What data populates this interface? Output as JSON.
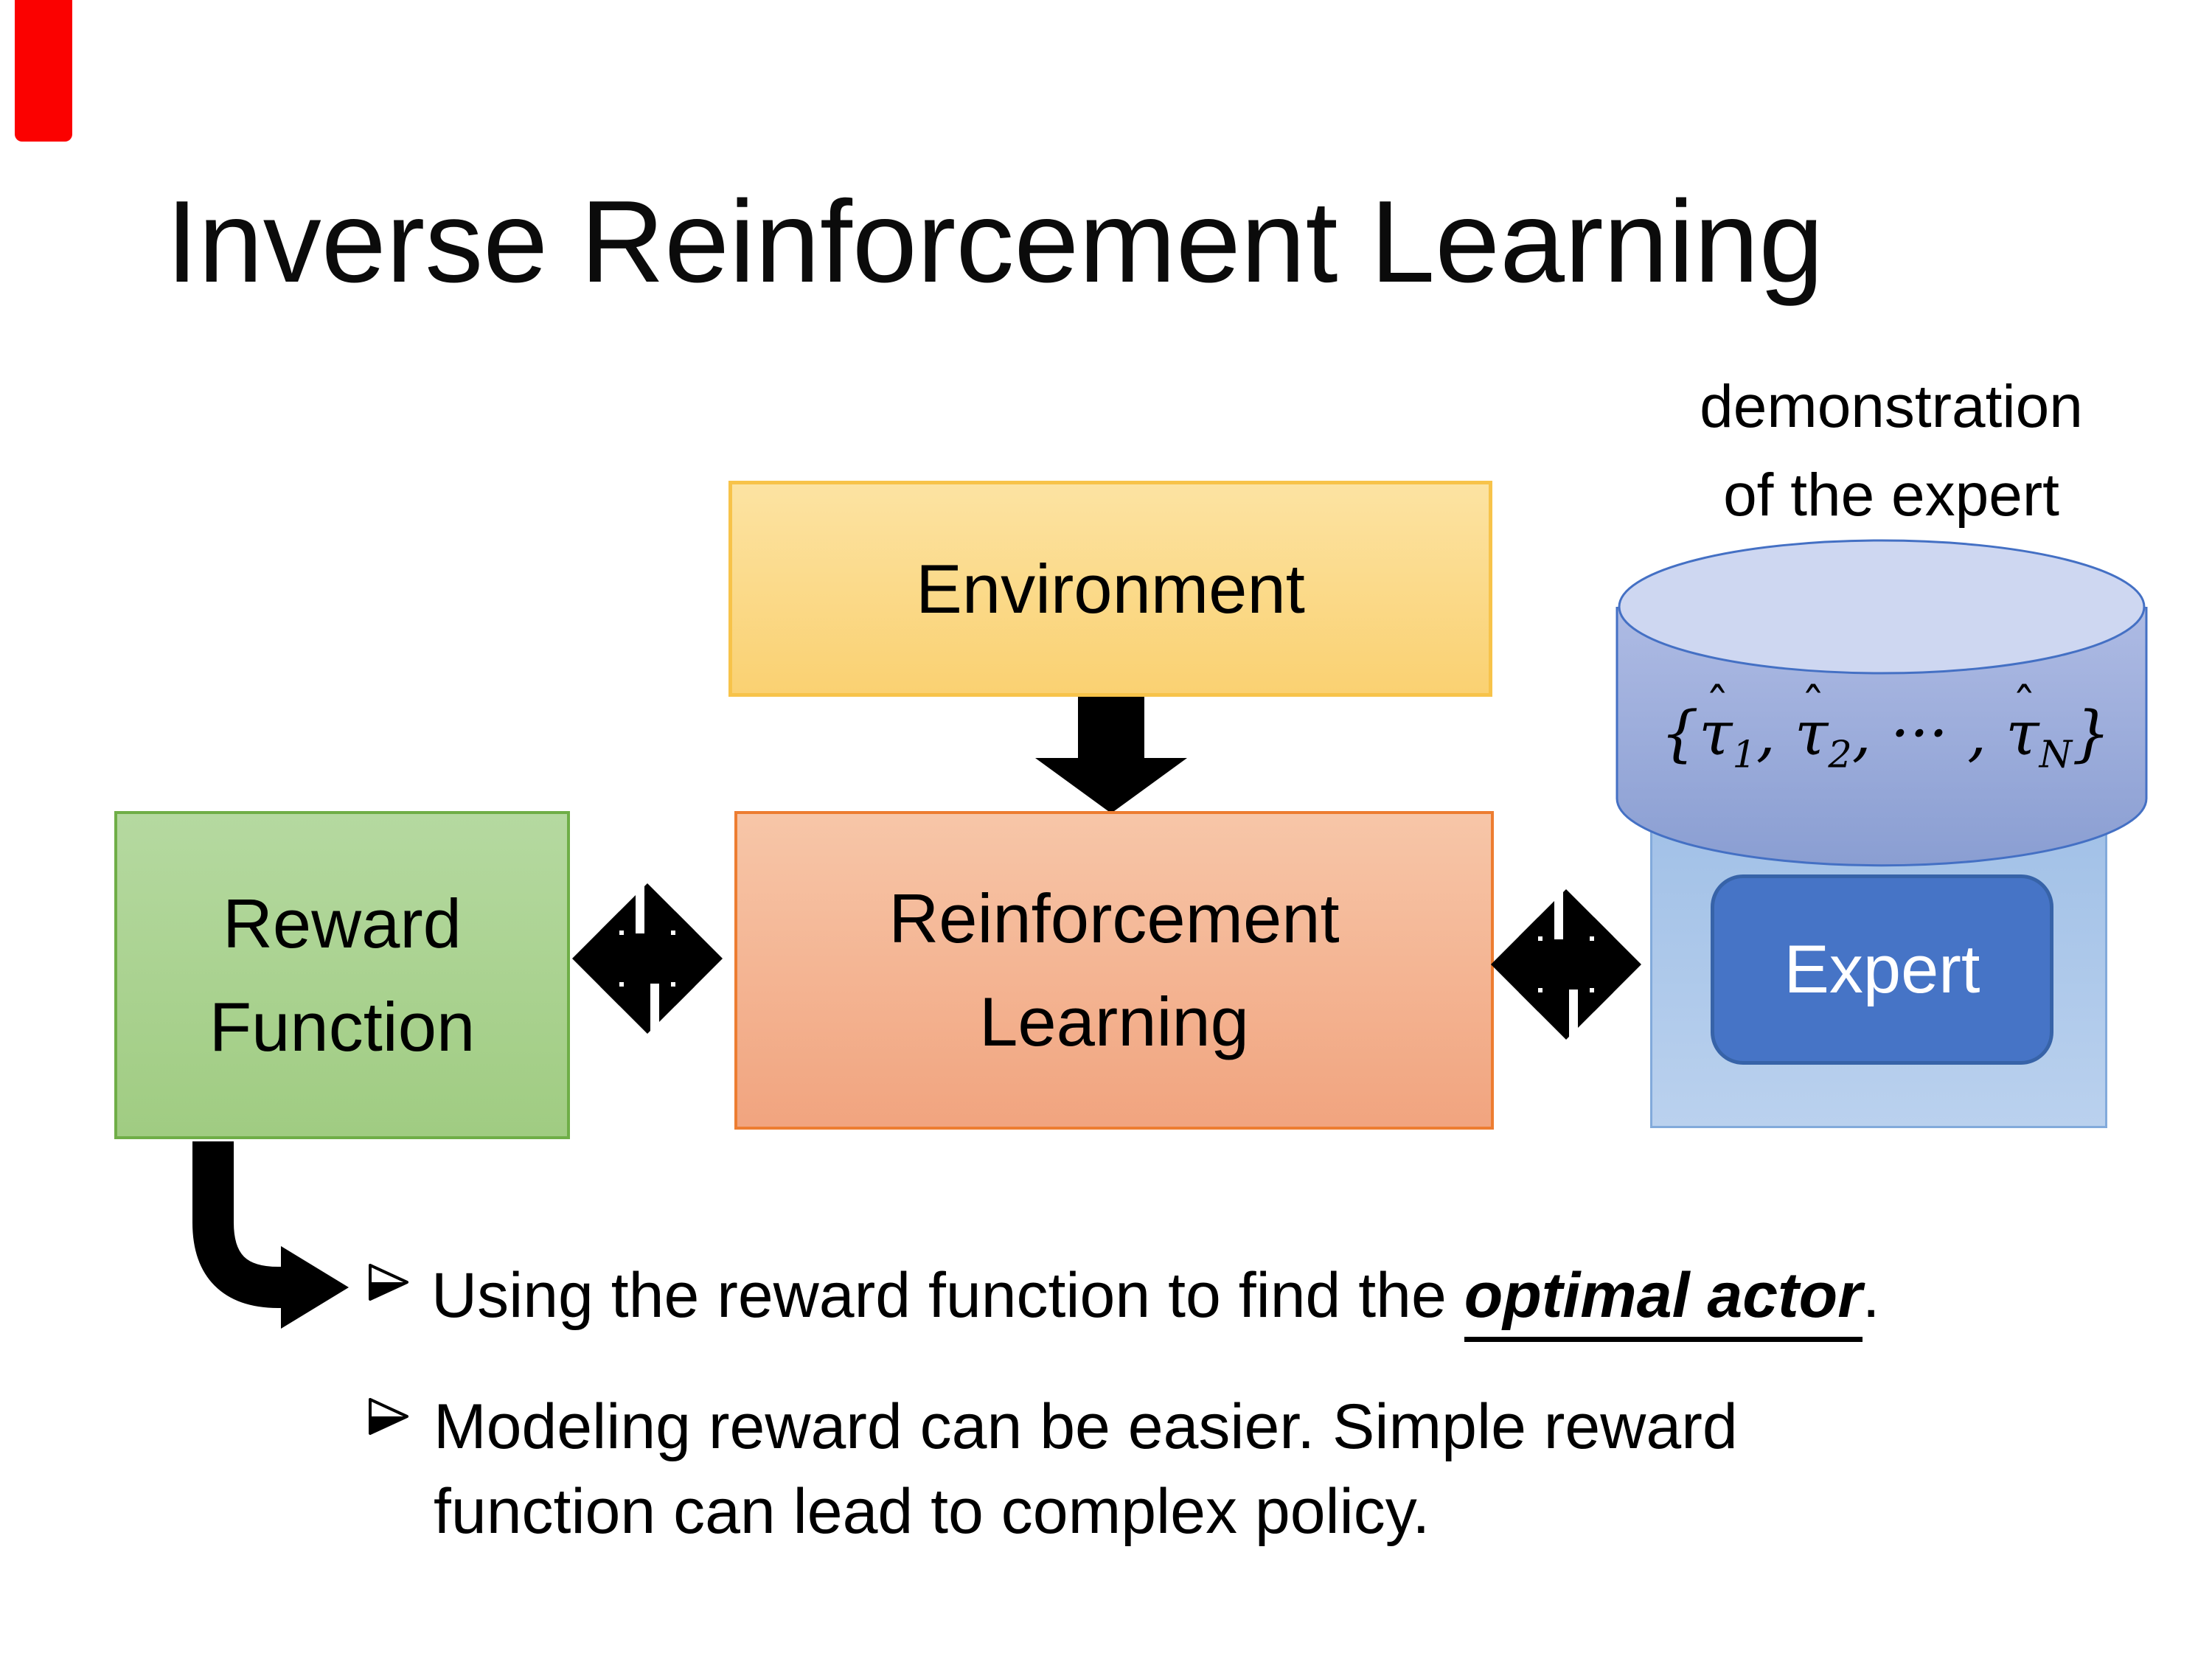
{
  "title": "Inverse Reinforcement Learning",
  "red_marker_color": "#fb0100",
  "demo_label": {
    "line1": "demonstration",
    "line2": "of the expert"
  },
  "environment": {
    "label": "Environment"
  },
  "reward_function": {
    "line1": "Reward",
    "line2": "Function"
  },
  "reinforcement_learning": {
    "line1": "Reinforcement",
    "line2": "Learning"
  },
  "expert": {
    "label": "Expert"
  },
  "trajectory_set": {
    "open": "{",
    "hat": "ˆ",
    "tau": "τ",
    "sub1": "1",
    "sep1": ", ",
    "sub2": "2",
    "sep2": ", ··· , ",
    "subN": "N",
    "close": "}"
  },
  "bullet1": {
    "pre": "Using the reward function to find the ",
    "emphasis": "optimal actor",
    "post": "."
  },
  "bullet2": {
    "line1": "Modeling reward can be easier. Simple reward",
    "line2": "function can lead to complex policy."
  },
  "colors": {
    "environment_fill_top": "#FCE3A2",
    "environment_fill_bottom": "#FAD172",
    "environment_border": "#F7C34A",
    "reward_fill_top": "#B5D9A0",
    "reward_fill_bottom": "#A0CC82",
    "reward_border": "#6FAE47",
    "rl_fill_top": "#F7C6A8",
    "rl_fill_bottom": "#F1A47F",
    "rl_border": "#ED7D31",
    "expert_container_fill_top": "#A2C1E7",
    "expert_container_fill_bottom": "#BAD1EE",
    "expert_container_border": "#82AADB",
    "expert_box_fill": "#4674C6",
    "expert_box_border": "#3763A8",
    "expert_text": "#FFFFFF",
    "cylinder_top_fill": "#CED7F1",
    "cylinder_body_top": "#AEBBE4",
    "cylinder_body_bottom": "#8A9ED2",
    "cylinder_border": "#4470C4",
    "arrow_color": "#000000"
  }
}
